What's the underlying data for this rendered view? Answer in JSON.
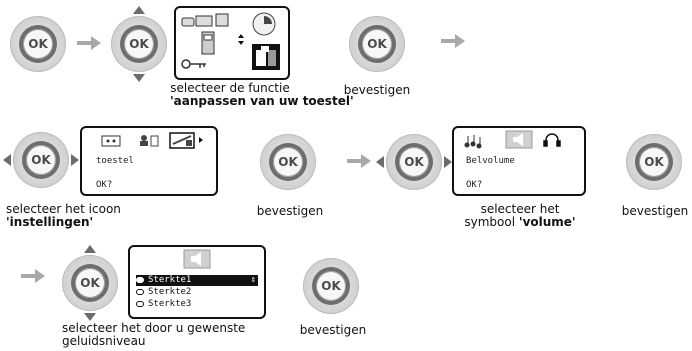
{
  "ok_label": "OK",
  "row1": {
    "caption_select_line1": "selecteer de functie",
    "caption_select_line2": "'aanpassen van uw toestel'",
    "caption_confirm": "bevestigen"
  },
  "row2": {
    "screen1": {
      "text": "toestel",
      "prompt": "OK?"
    },
    "caption_icon_line1": "selecteer het icoon",
    "caption_icon_line2": "'instellingen'",
    "caption_confirm1": "bevestigen",
    "screen2": {
      "text": "Belvolume",
      "prompt": "OK?"
    },
    "caption_symbol_line1": "selecteer het",
    "caption_symbol_prefix": "symbool ",
    "caption_symbol_bold": "'volume'",
    "caption_confirm2": "bevestigen"
  },
  "row3": {
    "options": [
      "Sterkte1",
      "Sterkte2",
      "Sterkte3"
    ],
    "caption_level_line1": "selecteer het door u gewenste",
    "caption_level_line2": "geluidsniveau",
    "caption_confirm": "bevestigen"
  }
}
